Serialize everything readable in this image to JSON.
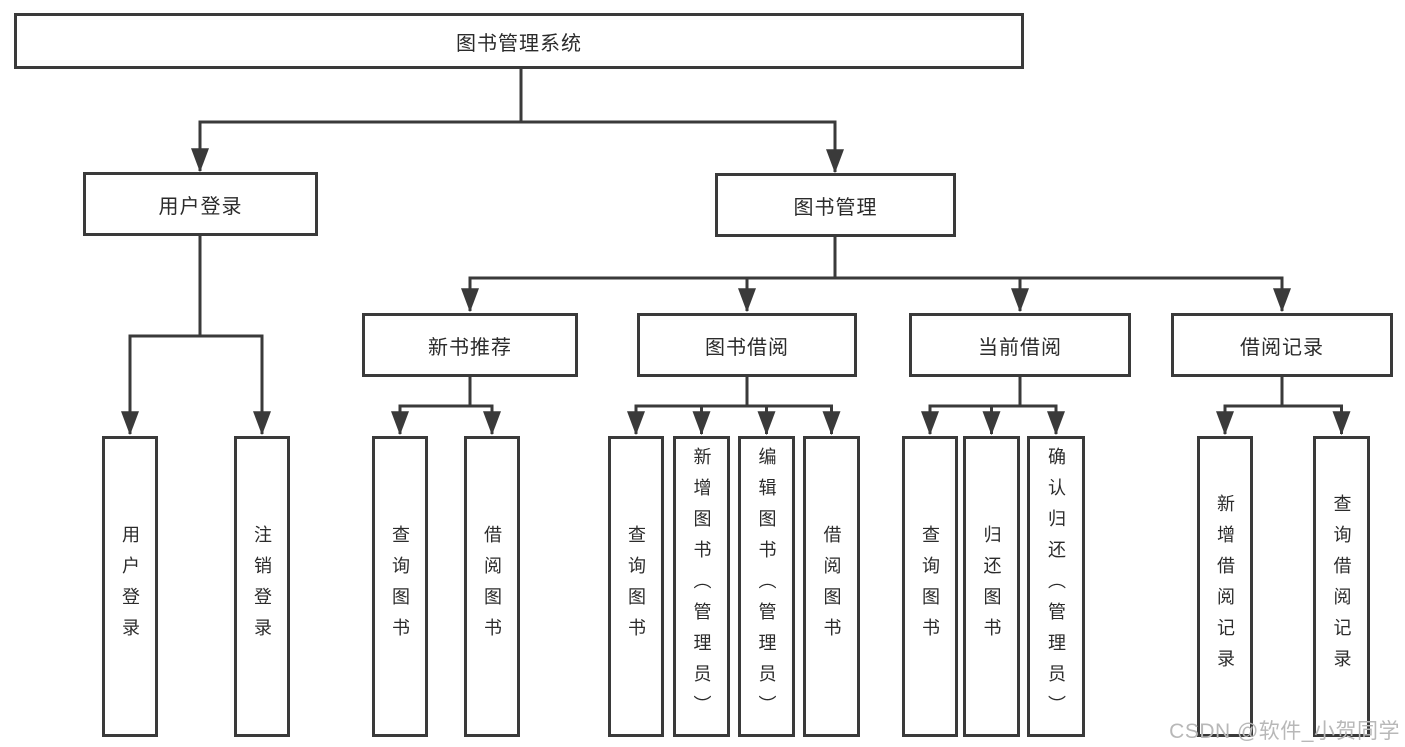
{
  "tree": {
    "root": {
      "label": "图书管理系统"
    },
    "branches": [
      {
        "label": "用户登录",
        "children": [
          {
            "label": "用户登录"
          },
          {
            "label": "注销登录"
          }
        ]
      },
      {
        "label": "图书管理",
        "children": [
          {
            "label": "新书推荐",
            "children": [
              {
                "label": "查询图书"
              },
              {
                "label": "借阅图书"
              }
            ]
          },
          {
            "label": "图书借阅",
            "children": [
              {
                "label": "查询图书"
              },
              {
                "label": "新增图书（管理员）"
              },
              {
                "label": "编辑图书（管理员）"
              },
              {
                "label": "借阅图书"
              }
            ]
          },
          {
            "label": "当前借阅",
            "children": [
              {
                "label": "查询图书"
              },
              {
                "label": "归还图书"
              },
              {
                "label": "确认归还（管理员）"
              }
            ]
          },
          {
            "label": "借阅记录",
            "children": [
              {
                "label": "新增借阅记录"
              },
              {
                "label": "查询借阅记录"
              }
            ]
          }
        ]
      }
    ]
  },
  "watermark": {
    "text": "CSDN @软件_小贺同学"
  },
  "colors": {
    "line": "#3a3a3a",
    "text": "#2b2b2b",
    "box_background": "#ffffff",
    "background": "#ffffff",
    "watermark": "#b8b8b8"
  }
}
